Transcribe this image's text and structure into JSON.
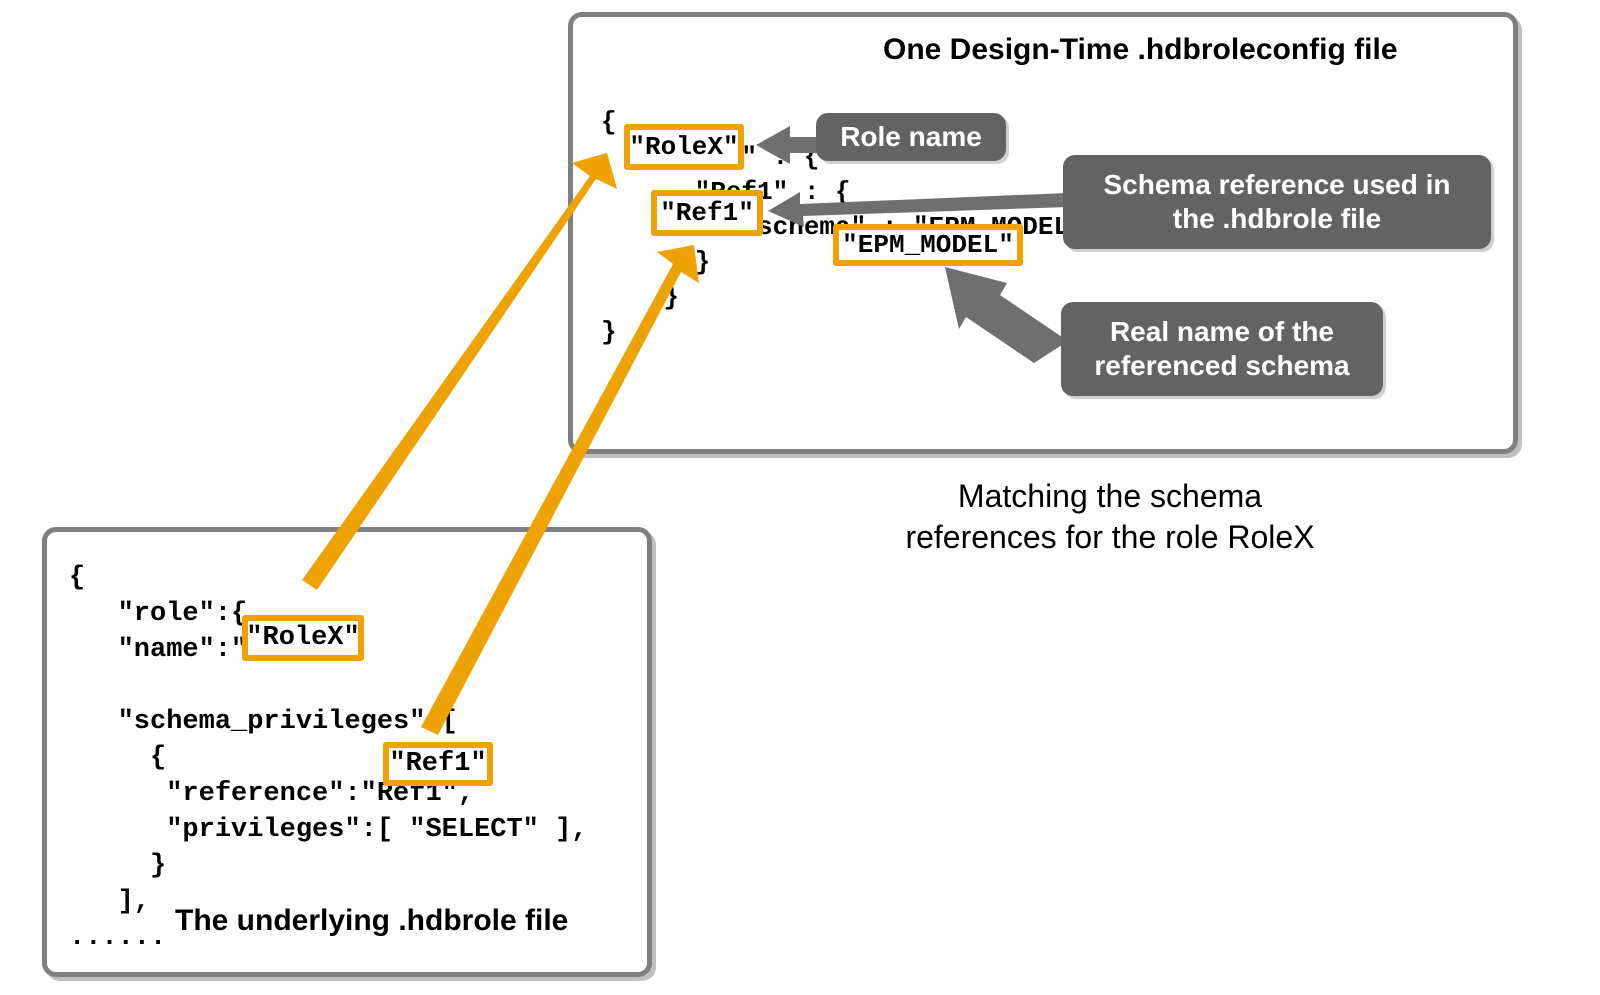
{
  "colors": {
    "highlight_orange": "#EFA203",
    "callout_grey": "#636363",
    "panel_border_grey": "#808080",
    "text_black": "#000000",
    "background": "#FFFFFF"
  },
  "design_panel": {
    "title": "One Design-Time .hdbroleconfig file",
    "code_lines": [
      "{",
      "   \"RoleX\": {",
      "      \"Ref1\": {",
      "         \"schema\": \"EPM_MODEL\"",
      "      }",
      "    }",
      "}"
    ],
    "code_block": "{\n   \"RoleX\" : {\n      \"Ref1\" : {\n         \"schema\" : \"EPM_MODEL\"\n      }\n    }\n}",
    "highlights": [
      {
        "name": "role-name-value",
        "text": "\"RoleX\""
      },
      {
        "name": "schema-reference-key",
        "text": "\"Ref1\""
      },
      {
        "name": "schema-real-name-value",
        "text": "\"EPM_MODEL\""
      }
    ]
  },
  "hdbrole_panel": {
    "title": "The underlying .hdbrole file",
    "code_block": "{\n   \"role\":{\n   \"name\":\"RoleX\",\n\n   \"schema_privileges\":[\n     {\n      \"reference\":\"Ref1\",\n      \"privileges\":[ \"SELECT\" ],\n     }\n   ],\n......",
    "code_lines": [
      "{",
      "   \"role\":{",
      "   \"name\":\"RoleX\",",
      "",
      "   \"schema_privileges\":[",
      "     {",
      "      \"reference\":\"Ref1\",",
      "      \"privileges\":[ \"SELECT\" ],",
      "     }",
      "   ],",
      "......"
    ],
    "highlights": [
      {
        "name": "role-name-value",
        "text": "\"RoleX\""
      },
      {
        "name": "schema-reference-value",
        "text": "\"Ref1\""
      }
    ]
  },
  "callouts": [
    {
      "name": "role-name-callout",
      "text": "Role name"
    },
    {
      "name": "schema-reference-callout",
      "text": "Schema reference used in the .hdbrole file"
    },
    {
      "name": "real-schema-name-callout",
      "text": "Real name of the referenced schema"
    }
  ],
  "callout_role_name": "Role name",
  "callout_schema_ref_line1": "Schema reference used in",
  "callout_schema_ref_line2": "the .hdbrole file",
  "callout_real_name_line1": "Real name of the",
  "callout_real_name_line2": "referenced schema",
  "caption": {
    "line1": "Matching the schema",
    "line2": "references for the role RoleX"
  },
  "code_fragments": {
    "rolex_top": "\"RoleX\"",
    "ref1_top": "\"Ref1\"",
    "epm_model": "\"EPM_MODEL\"",
    "rolex_bottom": "\"RoleX\"",
    "ref1_bottom": "\"Ref1\""
  }
}
